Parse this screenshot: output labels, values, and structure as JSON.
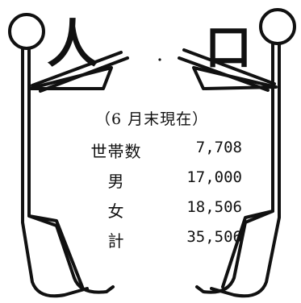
{
  "title": {
    "left_char": "人",
    "right_char": "口"
  },
  "date_note": "（6 月末現在）",
  "stats": [
    {
      "label": "世帯数",
      "value": "7,708"
    },
    {
      "label": "男",
      "value": "17,000"
    },
    {
      "label": "女",
      "value": "18,506"
    },
    {
      "label": "計",
      "value": "35,506"
    }
  ],
  "colors": {
    "ink": "#111111",
    "background": "#ffffff"
  },
  "icons": {
    "left_figure": "stick-figure-left-icon",
    "right_figure": "stick-figure-right-icon"
  }
}
